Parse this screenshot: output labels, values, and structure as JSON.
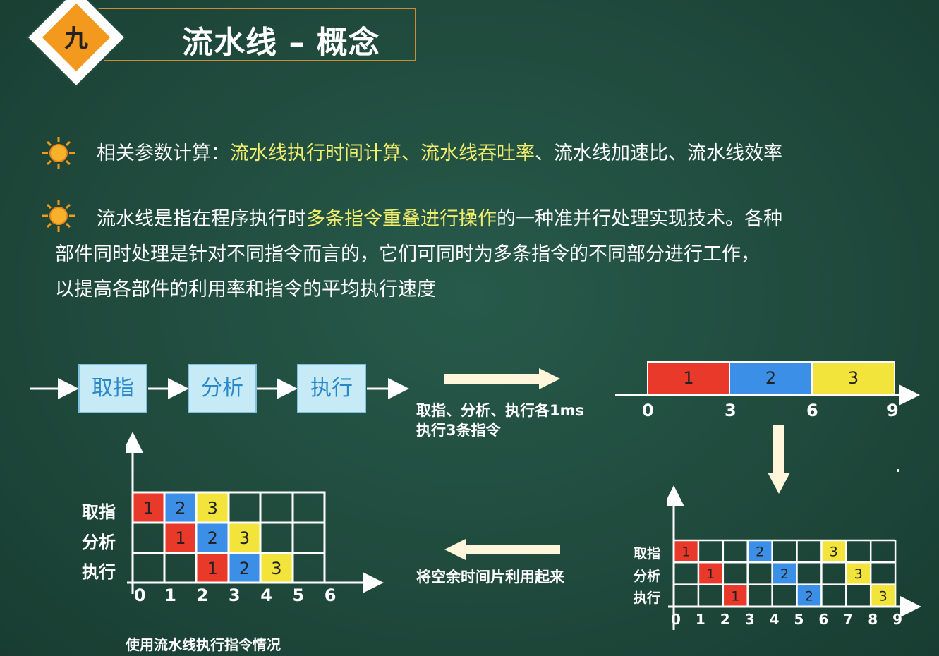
{
  "header": {
    "badge": "九",
    "title": "流水线 – 概念"
  },
  "bullets": [
    {
      "icon": "sun-icon",
      "lead": "相关参数计算：",
      "highlight": "流水线执行时间计算、流水线吞吐率",
      "tail": "、流水线加速比、流水线效率"
    },
    {
      "icon": "sun-icon",
      "line1_pre": "流水线是指在程序执行时",
      "line1_hl": "多条指令重叠进行操作",
      "line1_post": "的一种准并行处理实现技术。各种",
      "line2": "部件同时处理是针对不同指令而言的，它们可同时为多条指令的不同部分进行工作，",
      "line3": "以提高各部件的利用率和指令的平均执行速度"
    }
  ],
  "flow": {
    "stages": [
      "取指",
      "分析",
      "执行"
    ],
    "caption_line1": "取指、分析、执行各1ms",
    "caption_line2": "执行3条指令"
  },
  "sequential_bar": {
    "segments": [
      "1",
      "2",
      "3"
    ],
    "ticks": [
      "0",
      "3",
      "6",
      "9"
    ],
    "colors": [
      "#e8392b",
      "#3b8fe6",
      "#f2e43a"
    ]
  },
  "pipeline_chart": {
    "rows": [
      "取指",
      "分析",
      "执行"
    ],
    "ticks": [
      "0",
      "1",
      "2",
      "3",
      "4",
      "5",
      "6"
    ],
    "caption": "使用流水线执行指令情况"
  },
  "spread_chart": {
    "rows": [
      "取指",
      "分析",
      "执行"
    ],
    "ticks": [
      "0",
      "1",
      "2",
      "3",
      "4",
      "5",
      "6",
      "7",
      "8",
      "9"
    ]
  },
  "reuse_caption": "将空余时间片利用起来"
}
